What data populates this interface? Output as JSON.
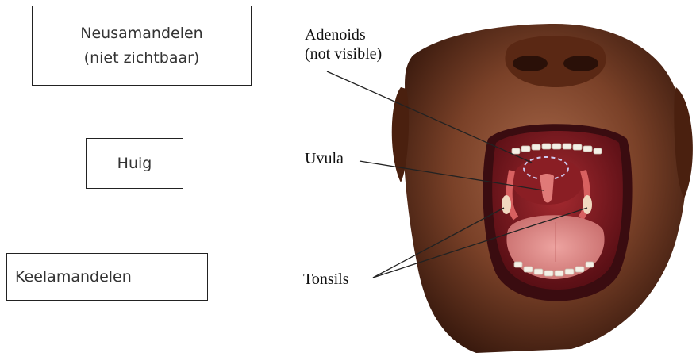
{
  "dutch_labels": {
    "adenoids_line1": "Neusamandelen",
    "adenoids_line2": "(niet zichtbaar)",
    "uvula": "Huig",
    "tonsils": "Keelamandelen"
  },
  "english_labels": {
    "adenoids_line1": "Adenoids",
    "adenoids_line2": "(not visible)",
    "uvula": "Uvula",
    "tonsils": "Tonsils"
  },
  "colors": {
    "skin_dark": "#3a1a0e",
    "skin_mid": "#7a4128",
    "skin_light": "#a8684a",
    "mouth_cavity": "#7a1820",
    "tongue": "#e08b8a",
    "teeth": "#f4f0e6",
    "leader_line": "#222222"
  }
}
